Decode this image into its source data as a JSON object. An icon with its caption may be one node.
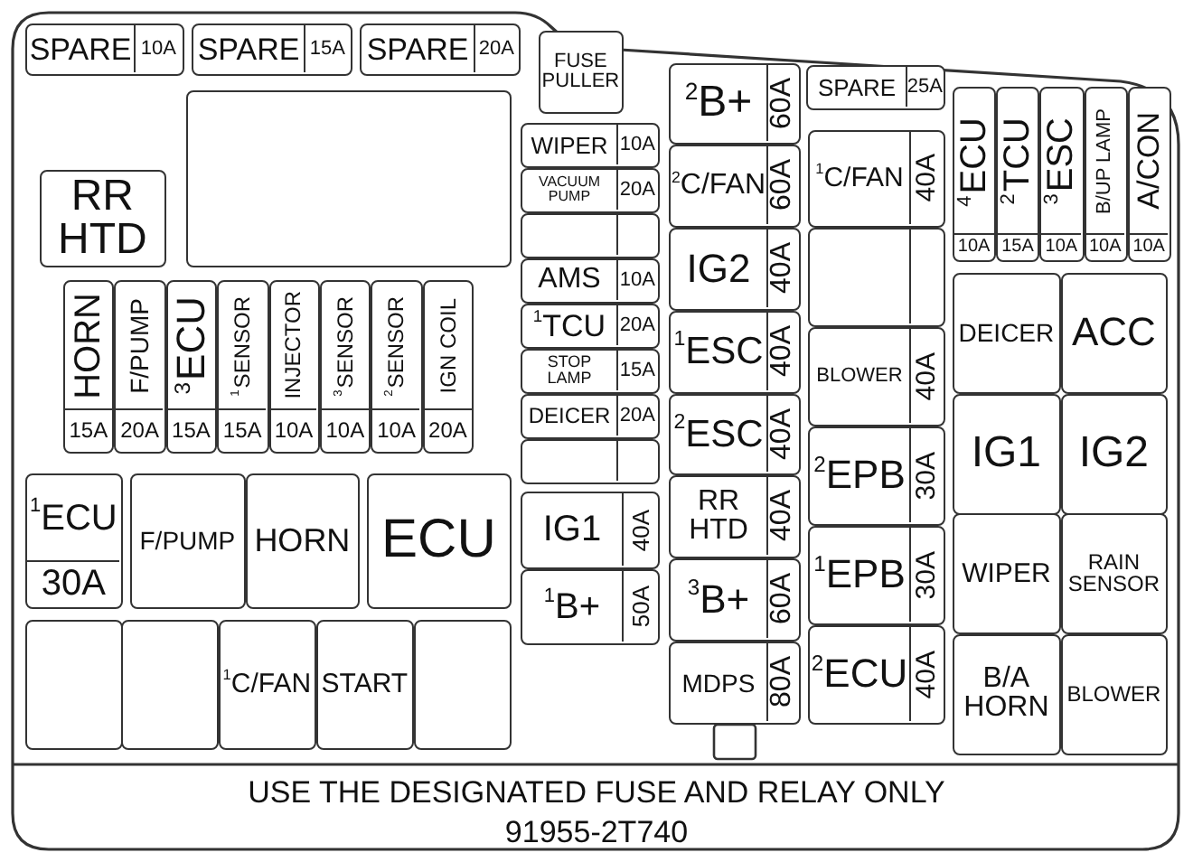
{
  "diagram": {
    "nodes": [
      {
        "text": [],
        "shape": "box"
      },
      {
        "text": [
          "SPARE",
          "10A"
        ],
        "in": 0
      },
      {
        "text": [
          "SPARE",
          "15A"
        ],
        "in": 0
      },
      {
        "text": [
          "SPARE",
          "20A"
        ],
        "in": 0
      },
      {
        "text": [
          "FUSE PULLER"
        ],
        "in": 0
      },
      {
        "text": [],
        "shape": "box",
        "in": 0
      },
      {
        "text": [
          "RR HTD"
        ],
        "in": 0
      },
      {
        "text": [
          "HORN",
          "15A"
        ],
        "in": 0
      },
      {
        "text": [
          "F/PUMP",
          "20A"
        ],
        "in": 0
      },
      {
        "text": [
          "$^{3}$ECU",
          "15A"
        ],
        "in": 0
      },
      {
        "text": [
          "$^{1}$SENSOR",
          "15A"
        ],
        "in": 0
      },
      {
        "text": [
          "INJECTOR",
          "10A"
        ],
        "in": 0
      },
      {
        "text": [
          "$^{3}$SENSOR",
          "10A"
        ],
        "in": 0
      },
      {
        "text": [
          "$^{2}$SENSOR",
          "10A"
        ],
        "in": 0
      },
      {
        "text": [
          "IGN COIL",
          "20A"
        ],
        "in": 0
      },
      {
        "text": [
          "$^{1}$ECU",
          "30A"
        ],
        "in": 0
      },
      {
        "text": [
          "F/PUMP"
        ],
        "in": 0
      },
      {
        "text": [
          "HORN"
        ],
        "in": 0
      },
      {
        "text": [
          "ECU"
        ],
        "in": 0
      },
      {
        "text": [],
        "shape": "box",
        "in": 0
      },
      {
        "text": [],
        "shape": "box",
        "in": 0
      },
      {
        "text": [
          "$^{1}$C/FAN"
        ],
        "in": 0
      },
      {
        "text": [
          "START"
        ],
        "in": 0
      },
      {
        "text": [],
        "shape": "box",
        "in": 0
      },
      {
        "text": [
          "WIPER",
          "10A"
        ],
        "in": 0
      },
      {
        "text": [
          "VACUUM PUMP",
          "20A"
        ],
        "in": 0
      },
      {
        "text": [],
        "shape": "box",
        "in": 0
      },
      {
        "text": [
          "AMS",
          "10A"
        ],
        "in": 0
      },
      {
        "text": [
          "$^{1}$TCU",
          "20A"
        ],
        "in": 0
      },
      {
        "text": [
          "STOP LAMP",
          "15A"
        ],
        "in": 0
      },
      {
        "text": [
          "DEICER",
          "20A"
        ],
        "in": 0
      },
      {
        "text": [],
        "shape": "box",
        "in": 0
      },
      {
        "text": [
          "IG1",
          "40A"
        ],
        "in": 0
      },
      {
        "text": [
          "$^{1}$B+",
          "50A"
        ],
        "in": 0
      },
      {
        "text": [
          "$^{2}$B+",
          "60A"
        ],
        "in": 0
      },
      {
        "text": [
          "$^{2}$C/FAN",
          "60A"
        ],
        "in": 0
      },
      {
        "text": [
          "IG2",
          "40A"
        ],
        "in": 0
      },
      {
        "text": [
          "$^{1}$ESC",
          "40A"
        ],
        "in": 0
      },
      {
        "text": [
          "$^{2}$ESC",
          "40A"
        ],
        "in": 0
      },
      {
        "text": [
          "RR HTD",
          "40A"
        ],
        "in": 0
      },
      {
        "text": [
          "$^{3}$B+",
          "60A"
        ],
        "in": 0
      },
      {
        "text": [
          "MDPS",
          "80A"
        ],
        "in": 0
      },
      {
        "text": [
          "SPARE",
          "25A"
        ],
        "in": 0
      },
      {
        "text": [
          "$^{1}$C/FAN",
          "40A"
        ],
        "in": 0
      },
      {
        "text": [],
        "shape": "box",
        "in": 0
      },
      {
        "text": [
          "BLOWER",
          "40A"
        ],
        "in": 0
      },
      {
        "text": [
          "$^{2}$EPB",
          "30A"
        ],
        "in": 0
      },
      {
        "text": [
          "$^{1}$EPB",
          "30A"
        ],
        "in": 0
      },
      {
        "text": [
          "$^{2}$ECU",
          "40A"
        ],
        "in": 0
      },
      {
        "text": [
          "$^{4}$ECU",
          "10A"
        ],
        "in": 0
      },
      {
        "text": [
          "$^{2}$TCU",
          "15A"
        ],
        "in": 0
      },
      {
        "text": [
          "$^{3}$ESC",
          "10A"
        ],
        "in": 0
      },
      {
        "text": [
          "B/UP LAMP",
          "10A"
        ],
        "in": 0
      },
      {
        "text": [
          "A/CON",
          "10A"
        ],
        "in": 0
      },
      {
        "text": [
          "DEICER"
        ],
        "in": 0
      },
      {
        "text": [
          "ACC"
        ],
        "in": 0
      },
      {
        "text": [
          "IG1"
        ],
        "in": 0
      },
      {
        "text": [
          "IG2"
        ],
        "in": 0
      },
      {
        "text": [
          "WIPER"
        ],
        "in": 0
      },
      {
        "text": [
          "RAIN SENSOR"
        ],
        "in": 0
      },
      {
        "text": [
          "B/A HORN"
        ],
        "in": 0
      },
      {
        "text": [
          "BLOWER"
        ],
        "in": 0
      }
    ],
    "edges": [],
    "labels": [
      "USE THE DESIGNATED FUSE AND RELAY ONLY",
      "91955-2T740"
    ]
  }
}
